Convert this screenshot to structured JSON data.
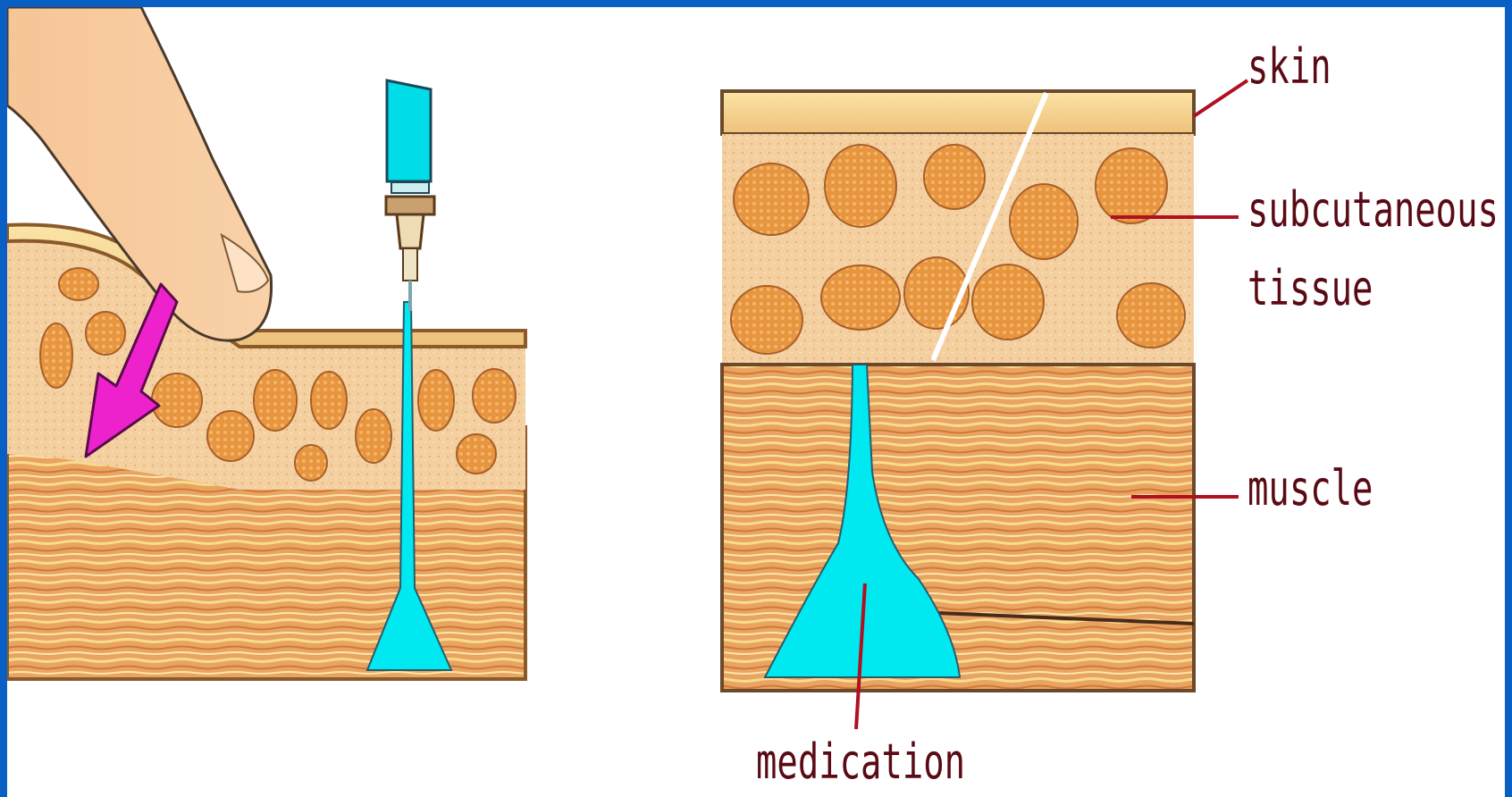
{
  "labels": {
    "skin": "skin",
    "subcutaneous_line1": "subcutaneous",
    "subcutaneous_line2": "tissue",
    "muscle": "muscle",
    "medication": "medication"
  },
  "colors": {
    "frame": "#0a5fc4",
    "skin": "#f3cf8a",
    "tissue": "#f0c090",
    "fat_lobule": "#e99a4a",
    "muscle": "#e79a5a",
    "medication": "#00e8f0",
    "arrow": "#ee22cc",
    "finger": "#f7c99d",
    "label_text": "#5a0a14"
  },
  "icons": {
    "finger": "pinching-finger",
    "arrow": "press-arrow",
    "syringe": "syringe-needle"
  }
}
